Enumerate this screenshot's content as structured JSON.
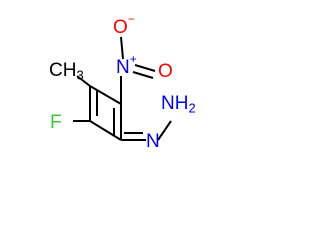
{
  "molecule": {
    "atoms": {
      "fluorine": {
        "symbol": "F",
        "color": "#32cd32"
      },
      "ring_nitrogen": {
        "symbol": "N",
        "color": "#0000ff"
      },
      "methyl": {
        "symbol": "CH",
        "subscript": "3",
        "color": "#000000"
      },
      "nitro_nitrogen": {
        "symbol": "N",
        "charge": "+",
        "color": "#0000ff"
      },
      "nitro_oxygen_single": {
        "symbol": "O",
        "charge": "−",
        "color": "#ff0000"
      },
      "nitro_oxygen_double": {
        "symbol": "O",
        "color": "#ff0000"
      },
      "amine": {
        "symbol": "NH",
        "subscript": "2",
        "color": "#0000ff"
      }
    }
  }
}
